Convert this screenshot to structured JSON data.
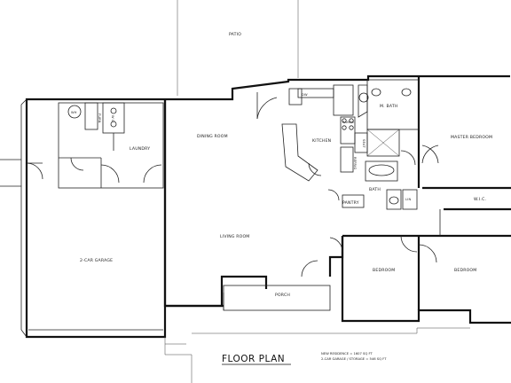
{
  "title": "FLOOR PLAN",
  "notes": {
    "line1": "NEW RESIDENCE = 1607 SQ FT",
    "line2": "2-CAR GARAGE / STORAGE = 546 SQ FT"
  },
  "rooms": {
    "patio": "PATIO",
    "dw": "DW",
    "m_bath": "M. BATH",
    "master_bedroom": "MASTER BEDROOM",
    "dining_room": "DINING ROOM",
    "kitchen": "KITCHEN",
    "range": "RANGE",
    "refrig": "REFRIG",
    "seat": "SEAT",
    "bath": "BATH",
    "lin": "LIN",
    "pantry": "PANTRY",
    "wic": "W.I.C.",
    "laundry": "LAUNDRY",
    "wh": "WH",
    "furn": "FURN",
    "wd": "W D",
    "garage": "2-CAR GARAGE",
    "living_room": "LIVING ROOM",
    "porch": "PORCH",
    "bedroom_1": "BEDROOM",
    "bedroom_2": "BEDROOM"
  }
}
